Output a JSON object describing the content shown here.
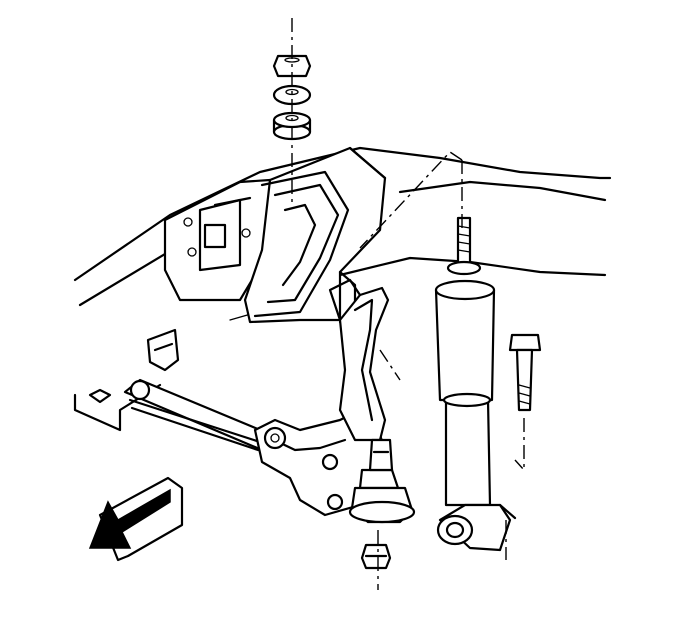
{
  "diagram": {
    "style": "line-art",
    "colors": {
      "stroke": "#000000",
      "background": "#ffffff"
    },
    "parts": [
      "frame-rail",
      "spring-seat-bracket",
      "lower-control-arm",
      "ball-joint",
      "ball-joint-nut",
      "shock-absorber",
      "shock-mount-bolt",
      "upper-nut",
      "upper-washer",
      "upper-bushing",
      "torsion-bar"
    ],
    "direction_indicator": "front-arrow-icon"
  }
}
